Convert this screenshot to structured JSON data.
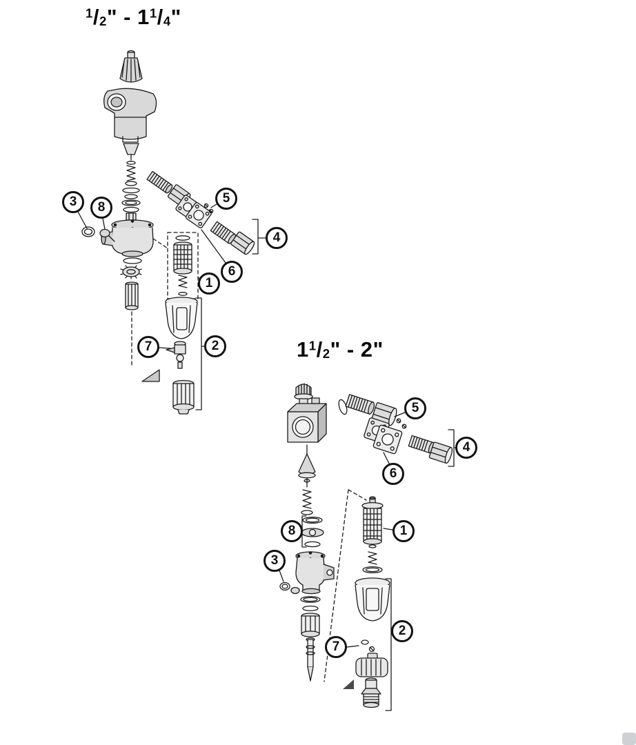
{
  "colors": {
    "ink": "#1a1a1a",
    "background": "#ffffff"
  },
  "small_diagram": {
    "title": {
      "num1": "1",
      "slash1": "/",
      "den1": "2",
      "mid": "\" - 1",
      "num2": "1",
      "slash2": "/",
      "den2": "4",
      "end": "\""
    },
    "callouts": {
      "c1": "1",
      "c2": "2",
      "c3": "3",
      "c4": "4",
      "c5": "5",
      "c6": "6",
      "c7": "7",
      "c8": "8"
    }
  },
  "large_diagram": {
    "title": {
      "lead": "1",
      "num1": "1",
      "slash1": "/",
      "den1": "2",
      "mid": "\" - 2",
      "end": "\""
    },
    "callouts": {
      "c1": "1",
      "c2": "2",
      "c3": "3",
      "c4": "4",
      "c5": "5",
      "c6": "6",
      "c7": "7",
      "c8": "8"
    }
  }
}
